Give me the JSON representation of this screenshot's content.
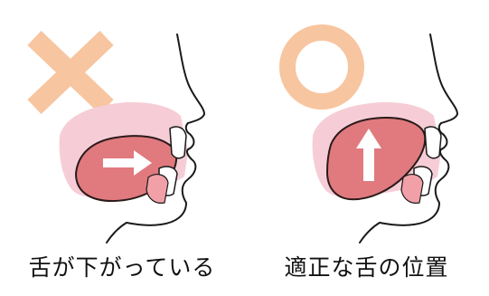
{
  "colors": {
    "symbol": "#f7c59f",
    "mouth_cavity": "#f6cdd6",
    "tongue": "#e07a7e",
    "tongue_outline": "#2a1a1a",
    "arrow": "#ffffff",
    "line": "#1a1a1a",
    "tooth": "#ffffff",
    "gum": "#f2a0a8"
  },
  "panels": [
    {
      "symbol": "cross-mark",
      "arrow_direction": "right",
      "caption": "舌が下がっている"
    },
    {
      "symbol": "circle-mark",
      "arrow_direction": "up",
      "caption": "適正な舌の位置"
    }
  ]
}
